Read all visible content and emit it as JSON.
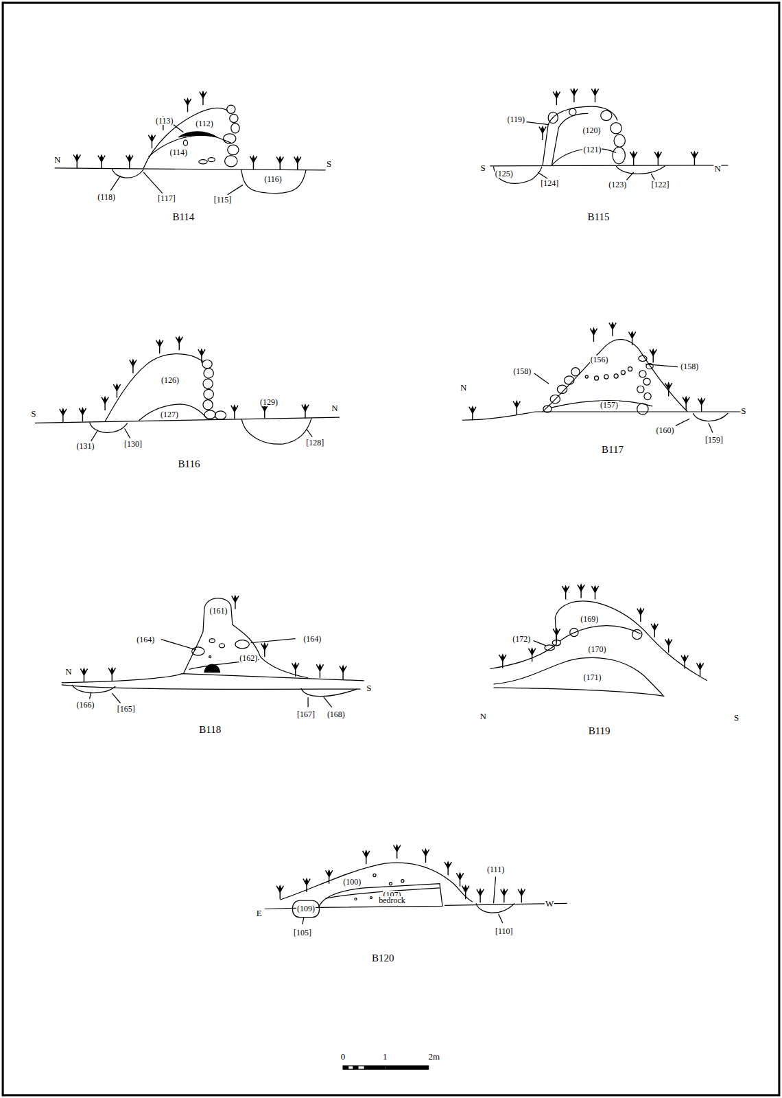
{
  "diagram": {
    "labels": [
      "(113)",
      "(112)",
      "(114)",
      "N",
      "S",
      "(118)",
      "[117]",
      "(116)",
      "[115]",
      "B114",
      "(119)",
      "(120)",
      "(121)",
      "S",
      "(125)",
      "[124]",
      "(123)",
      "[122]",
      "N",
      "B115",
      "(126)",
      "(127)",
      "S",
      "N",
      "(129)",
      "(131)",
      "[130]",
      "[128]",
      "B116",
      "(156)",
      "(158)",
      "(158)",
      "(157)",
      "N",
      "S",
      "(160)",
      "[159]",
      "B117",
      "(161)",
      "(164)",
      "(164)",
      "(162)",
      "N",
      "S",
      "(166)",
      "[165]",
      "[167]",
      "(168)",
      "B118",
      "(169)",
      "(172)",
      "(170)",
      "(171)",
      "N",
      "S",
      "B119",
      "(100)",
      "(107)",
      "bedrock",
      "(111)",
      "E",
      "W",
      "(109)",
      "[105]",
      "[110]",
      "B120",
      "0",
      "1",
      "2m"
    ]
  }
}
